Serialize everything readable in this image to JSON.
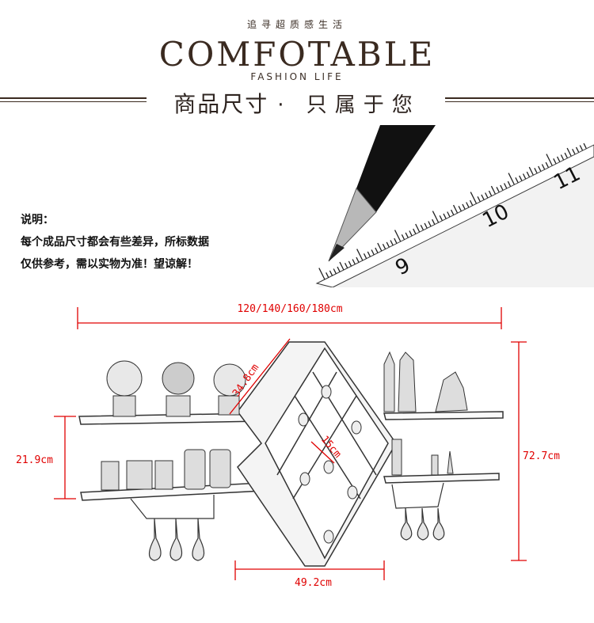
{
  "header": {
    "slogan": "追寻超质感生活",
    "brand": "COMFOTABLE",
    "tagline": "FASHION LIFE",
    "section_title": "商品尺寸",
    "section_subtitle": "· 只属于您"
  },
  "note": {
    "title": "说明：",
    "line1": "每个成品尺寸都会有些差异，所标数据",
    "line2": "仅供参考，需以实物为准！望谅解！"
  },
  "ruler": {
    "numbers": [
      "9",
      "10",
      "11"
    ]
  },
  "dimensions": {
    "total_width": "120/140/160/180cm",
    "depth": "34.8cm",
    "shelf_gap": "21.9cm",
    "cell": "15cm",
    "total_height": "72.7cm",
    "rack_width": "49.2cm"
  },
  "colors": {
    "brand": "#3a2a20",
    "dimension": "#e00000"
  }
}
